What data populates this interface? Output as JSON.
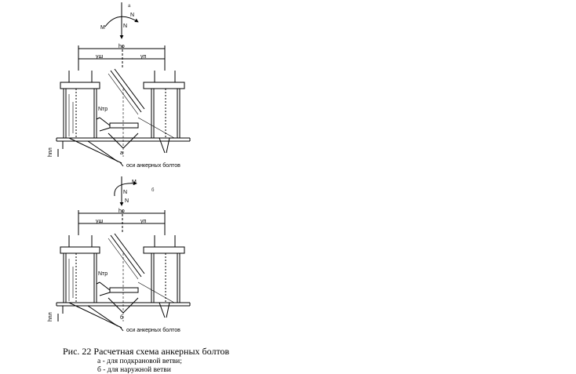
{
  "diagram_a": {
    "panel_letter": "а",
    "labels": {
      "force_n_top": "N",
      "force_n_side": "N",
      "moment": "M",
      "width": "hо",
      "left_dim": "уш",
      "right_dim": "уп",
      "brace": "Nтр",
      "height": "hпл",
      "bolt_axes": "оси анкерных болтов",
      "center_point": "а"
    }
  },
  "diagram_b": {
    "panel_letter": "б",
    "labels": {
      "force_n_top": "N",
      "force_n_side": "N",
      "moment": "M",
      "width": "hо",
      "left_dim": "уш",
      "right_dim": "уп",
      "brace": "Nтр",
      "height": "hпл",
      "bolt_axes": "оси анкерных болтов",
      "center_point": "б"
    }
  },
  "caption": {
    "title": "Рис. 22 Расчетная схема анкерных болтов",
    "item_a": "а - для подкрановой ветви;",
    "item_b": "б - для наружной ветви"
  }
}
